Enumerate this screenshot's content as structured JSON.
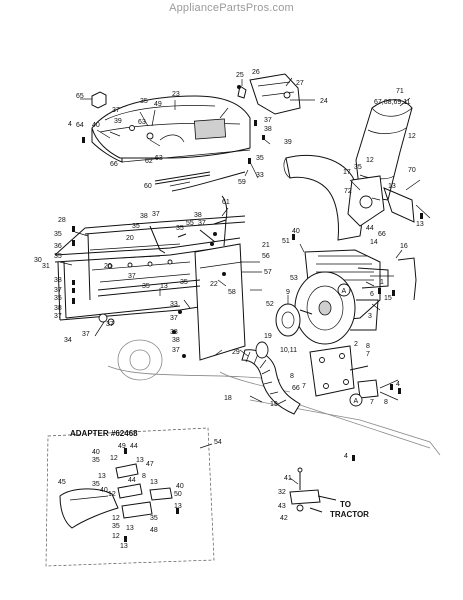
{
  "watermark": "AppliancePartsPros.com",
  "adapter_title": "ADAPTER #62468",
  "to_tractor": [
    "TO",
    "TRACTOR"
  ],
  "callout_letter": "A",
  "labels": {
    "l25": "25",
    "l24": "24",
    "l27": "27",
    "l26": "26",
    "l71": "71",
    "l67": "67,68,69,11",
    "l65": "65",
    "l23": "23",
    "l49": "49",
    "l37a": "37",
    "l35a": "35",
    "l39a": "39",
    "l37b": "37",
    "l38a": "38",
    "l12a": "12",
    "l4a": "4",
    "l64": "64",
    "l40a": "40",
    "l63a": "63",
    "l62": "62",
    "l63b": "63",
    "l66a": "66",
    "l35b": "35",
    "l59": "59",
    "l39b": "39",
    "l60": "60",
    "l33a": "33",
    "l17": "17",
    "l35c": "35",
    "l12b": "12",
    "l70": "70",
    "l72": "72",
    "l13a": "13",
    "l66b": "66",
    "l44a": "44",
    "l13b": "13",
    "l61": "61",
    "l28": "28",
    "l38b": "38",
    "l37c": "37",
    "l38c": "38",
    "l37d": "37",
    "l35d": "35",
    "l55": "55",
    "l35e": "35",
    "l20a": "20",
    "l35f": "35",
    "l36": "36",
    "l40b": "40",
    "l51": "51",
    "l35g": "35",
    "l21": "21",
    "l14": "14",
    "l16": "16",
    "l56": "56",
    "l30": "30",
    "l31": "31",
    "l22": "22",
    "l20b": "20",
    "l58": "58",
    "l53": "53",
    "l1": "1",
    "l57": "57",
    "l35h": "35",
    "l37e": "37",
    "l13c": "13",
    "l35i": "35",
    "l38d": "38",
    "l37f": "37",
    "l35j": "35",
    "l38e": "38",
    "l37g": "37",
    "l33b": "33",
    "l52": "52",
    "l9": "9",
    "l6": "6",
    "l15": "15",
    "l3": "3",
    "l37h": "37",
    "l34": "34",
    "l37i": "37",
    "l37j": "37",
    "l33c": "33",
    "l19a": "19",
    "l29": "29",
    "l10": "10,11",
    "l2": "2",
    "l38f": "38",
    "l37k": "37",
    "l8a": "8",
    "l7a": "7",
    "l8b": "8",
    "l66c": "66",
    "l7b": "7",
    "l18": "18",
    "l19b": "19",
    "l4b": "4",
    "l7c": "7",
    "l8c": "8",
    "l54": "54",
    "l4c": "4",
    "a40a": "40",
    "a49": "49",
    "a44a": "44",
    "a35a": "35",
    "a12a": "12",
    "a13a": "13",
    "a47": "47",
    "a13b": "13",
    "a35b": "35",
    "a40b": "40",
    "a45": "45",
    "a12b": "12",
    "a44b": "44",
    "a8": "8",
    "a13c": "13",
    "a40c": "40",
    "a50": "50",
    "a13d": "13",
    "a12c": "12",
    "a35c": "35",
    "a35d": "35",
    "a13e": "13",
    "a12d": "12",
    "a48": "48",
    "a13f": "13",
    "t41": "41",
    "t32": "32",
    "t43": "43",
    "t42": "42"
  }
}
